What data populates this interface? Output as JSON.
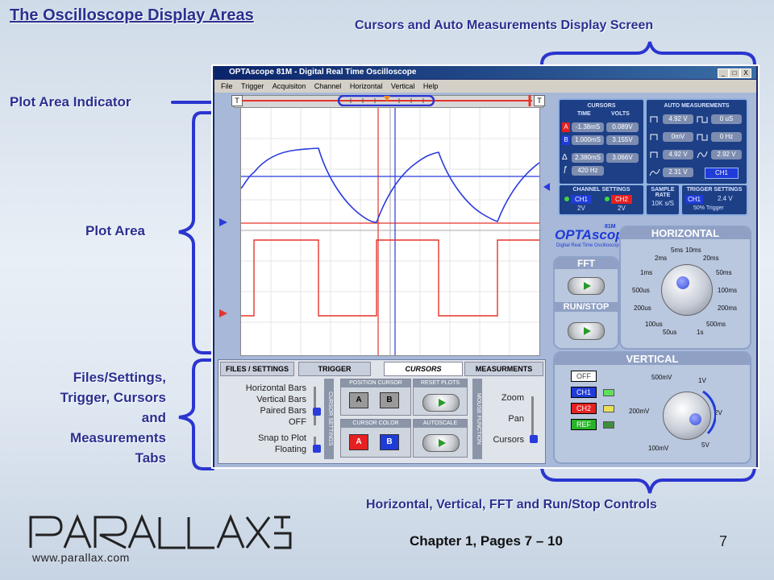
{
  "slide": {
    "title": "The Oscilloscope Display Areas",
    "callouts": {
      "cursors_auto": "Cursors and Auto Measurements Display Screen",
      "plot_area_indicator": "Plot Area Indicator",
      "plot_area": "Plot Area",
      "tabs_line1": "Files/Settings,",
      "tabs_line2": "Trigger, Cursors",
      "tabs_line3": "and",
      "tabs_line4": "Measurements",
      "tabs_line5": "Tabs",
      "controls": "Horizontal, Vertical, FFT and Run/Stop Controls"
    },
    "chapter": "Chapter 1, Pages 7 – 10",
    "page_number": "7",
    "logo_url": "www.parallax.com",
    "accent_color": "#2b2f8f"
  },
  "app": {
    "window_title": "OPTAscope 81M - Digital Real Time Oscilloscope",
    "menu": [
      "File",
      "Trigger",
      "Acquisiton",
      "Channel",
      "Horizontal",
      "Vertical",
      "Help"
    ],
    "window_buttons": [
      "_",
      "□",
      "X"
    ],
    "indicator_buttons": [
      "T",
      "T"
    ],
    "tabs": [
      "FILES / SETTINGS",
      "TRIGGER",
      "CURSORS",
      "MEASURMENTS"
    ],
    "active_tab": "CURSORS",
    "cursor_settings": {
      "side_label": "CURSOR SETTINGS",
      "options": [
        "Horizontal Bars",
        "Vertical Bars",
        "Paired Bars",
        "OFF",
        "Snap to Plot",
        "Floating"
      ]
    },
    "position_cursor": {
      "title": "POSITION CURSOR",
      "a": "A",
      "b": "B"
    },
    "reset_plots": {
      "title": "RESET PLOTS"
    },
    "cursor_color": {
      "title": "CURSOR COLOR",
      "a": "A",
      "b": "B"
    },
    "autoscale": {
      "title": "AUTOSCALE"
    },
    "mouse_function": {
      "side_label": "MOUSE FUNCTION",
      "options": [
        "Zoom",
        "Pan",
        "Cursors"
      ]
    },
    "cursors_panel": {
      "title": "CURSORS",
      "col_time": "TIME",
      "col_volts": "VOLTS",
      "a_label": "A",
      "b_label": "B",
      "delta_label": "Δ",
      "freq_label": "ƒ",
      "a_time": "-1.38mS",
      "a_volts": "0.089V",
      "b_time": "1.000mS",
      "b_volts": "3.155V",
      "delta_time": "2.380mS",
      "delta_volts": "3.066V",
      "freq": "420 Hz"
    },
    "auto_measurements": {
      "title": "AUTO MEASUREMENTS",
      "v1": "4.92 V",
      "v2": "0 uS",
      "v3": "0mV",
      "v4": "0 Hz",
      "v5": "4.92 V",
      "v6": "2.92 V",
      "v7": "2.31 V",
      "channel": "CH1"
    },
    "channel_settings": {
      "title": "CHANNEL SETTINGS",
      "ch1": "CH1",
      "ch2": "CH2",
      "ch1_scale": "2V",
      "ch2_scale": "2V"
    },
    "sample_rate": {
      "title": "SAMPLE RATE",
      "value": "10K s/S"
    },
    "trigger_settings": {
      "title": "TRIGGER SETTINGS",
      "channel": "CH1",
      "level": "2.4 V",
      "mode": "50% Trigger"
    },
    "brand": {
      "name": "OPTAscope",
      "model": "81M",
      "tagline": "Digital Real Time Oscilloscope"
    },
    "fft_label": "FFT",
    "runstop_label": "RUN/STOP",
    "horizontal": {
      "title": "HORIZONTAL",
      "ticks": [
        "5ms",
        "10ms",
        "2ms",
        "20ms",
        "1ms",
        "50ms",
        "500us",
        "100ms",
        "200us",
        "200ms",
        "100us",
        "500ms",
        "50us",
        "1s"
      ]
    },
    "vertical": {
      "title": "VERTICAL",
      "buttons": [
        "OFF",
        "CH1",
        "CH2",
        "REF"
      ],
      "ticks": [
        "500mV",
        "1V",
        "200mV",
        "2V",
        "100mV",
        "5V"
      ]
    }
  },
  "colors": {
    "ch1_trace": "#2a3bdc",
    "ch2_trace": "#e6332a",
    "callout_bracket": "#2a35d0"
  }
}
